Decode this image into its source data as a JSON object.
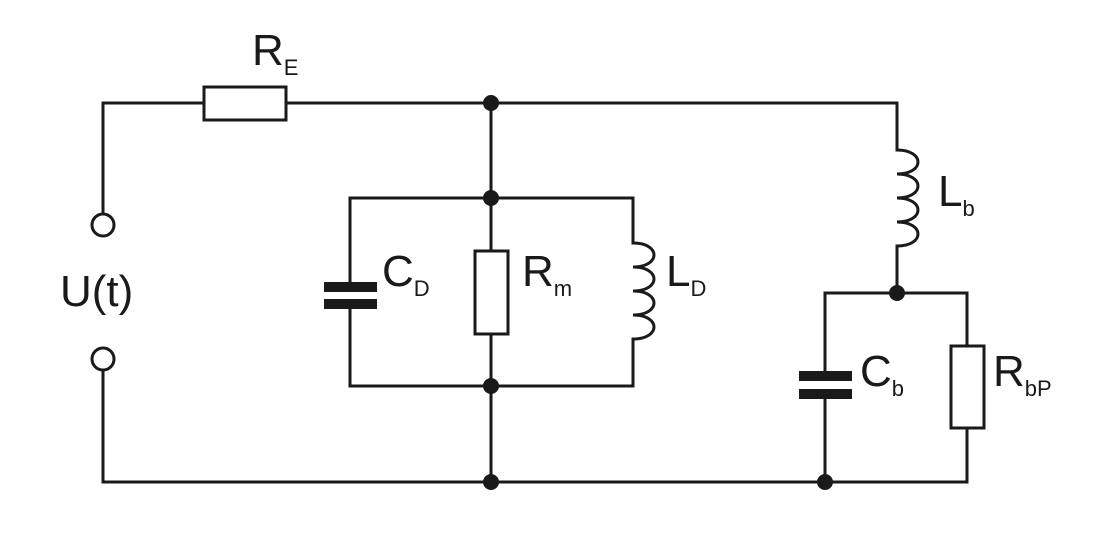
{
  "labels": {
    "re": {
      "main": "R",
      "sub": "E"
    },
    "lb": {
      "main": "L",
      "sub": "b"
    },
    "cd": {
      "main": "C",
      "sub": "D"
    },
    "rm": {
      "main": "R",
      "sub": "m"
    },
    "ld": {
      "main": "L",
      "sub": "D"
    },
    "cb": {
      "main": "C",
      "sub": "b"
    },
    "rbp": {
      "main": "R",
      "sub": "bP"
    },
    "source": "U(t)"
  },
  "colors": {
    "line": "#1a1a1a",
    "background": "#ffffff"
  }
}
